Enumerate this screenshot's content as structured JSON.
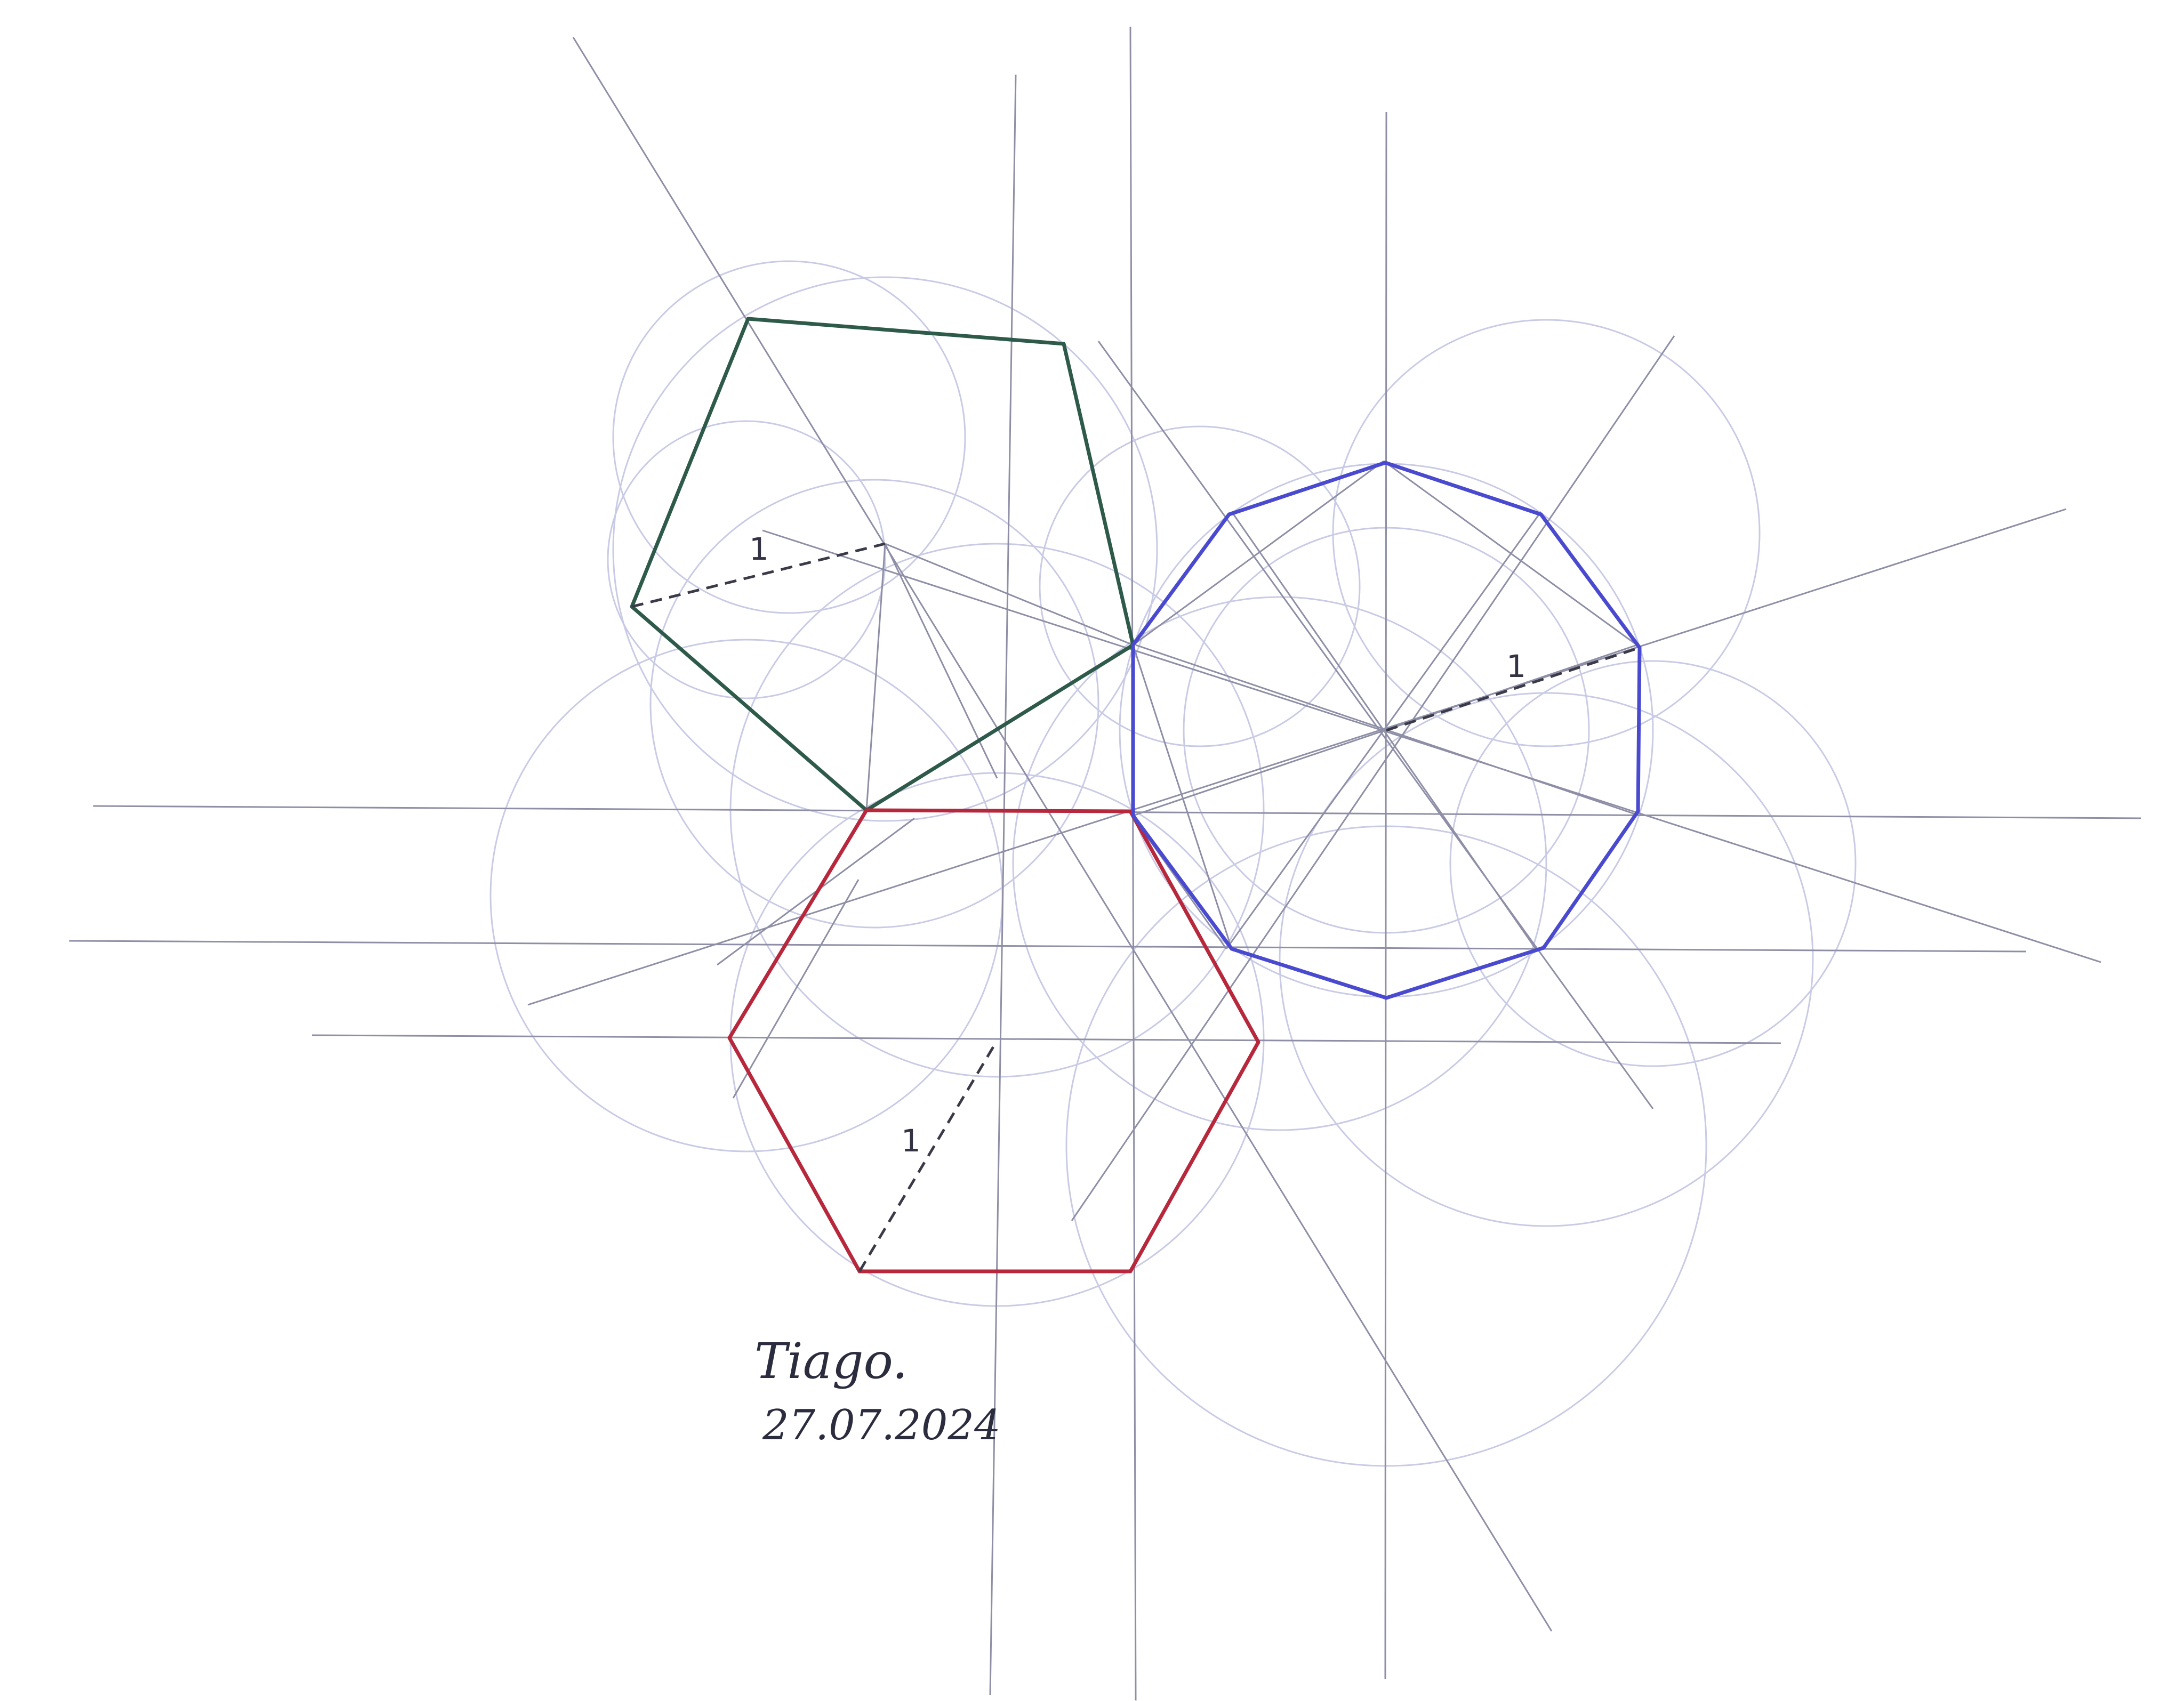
{
  "labels": {
    "pentagon_radius": "1",
    "hexagon_radius": "1",
    "decagon_radius": "1"
  },
  "signature": {
    "name": "Tiago.",
    "date": "27.07.2024"
  },
  "colors": {
    "pentagon": "#2e5a4a",
    "hexagon": "#b8283c",
    "decagon": "#4a4ad0",
    "construction": "#8e8fa6",
    "circles": "#c9cbe6"
  }
}
